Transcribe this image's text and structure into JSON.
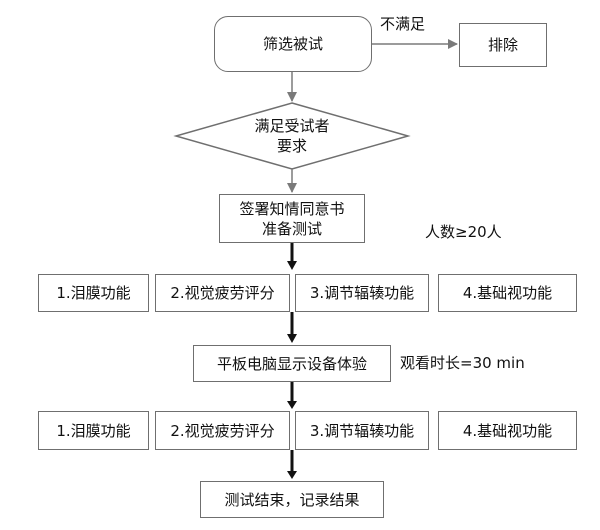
{
  "start": "筛选被试",
  "exclude_label": "不满足",
  "exclude": "排除",
  "decision": [
    "满足受试者",
    "要求"
  ],
  "consent": [
    "签署知情同意书",
    "准备测试"
  ],
  "participants": "人数≥20人",
  "tests_before": [
    "1.泪膜功能",
    "2.视觉疲劳评分",
    "3.调节辐辏功能",
    "4.基础视功能"
  ],
  "experience": "平板电脑显示设备体验",
  "duration": "观看时长=30 min",
  "tests_after": [
    "1.泪膜功能",
    "2.视觉疲劳评分",
    "3.调节辐辏功能",
    "4.基础视功能"
  ],
  "end": "测试结束，记录结果"
}
